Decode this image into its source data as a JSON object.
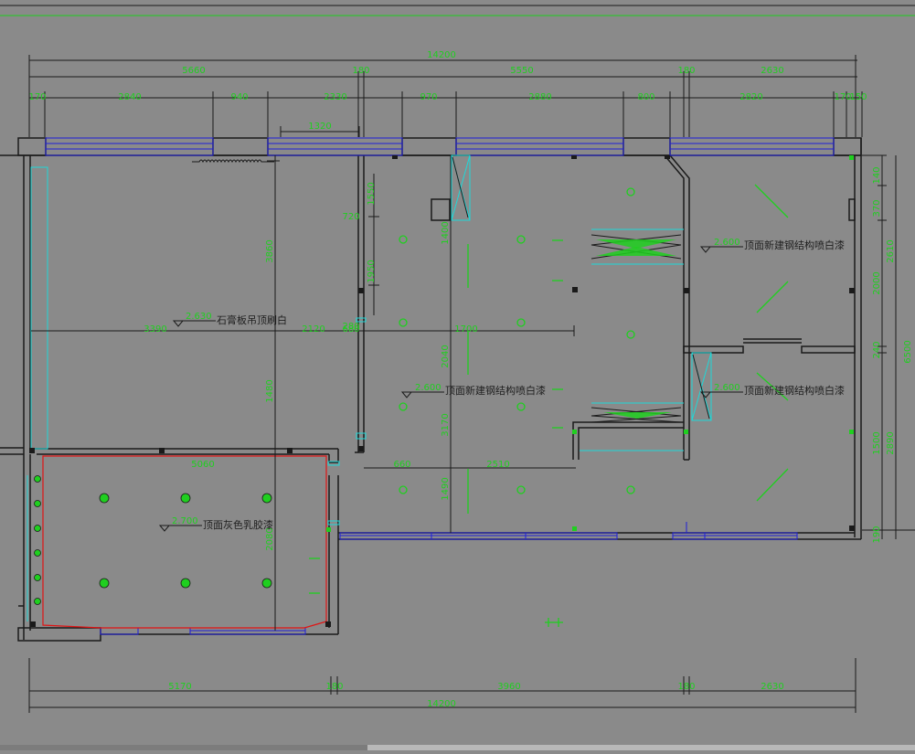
{
  "drawing": {
    "dims_top_total": "14200",
    "dims_top_row1": [
      "5660",
      "180",
      "5550",
      "180",
      "2630"
    ],
    "dims_top_row2": [
      "170",
      "2840",
      "940",
      "2330",
      "970",
      "2880",
      "800",
      "2820",
      "170",
      "150"
    ],
    "dim_1320": "1320",
    "dims_bottom_row1": [
      "5170",
      "180",
      "3960",
      "180",
      "2630"
    ],
    "dims_bottom_total": "14200",
    "dims_right": [
      "140",
      "370",
      "2610",
      "2000",
      "240",
      "1500",
      "2890",
      "190",
      "6500"
    ],
    "dims_inner_h": [
      "3390",
      "2120",
      "680",
      "1700",
      "5060",
      "660",
      "2510"
    ],
    "dims_inner_v": [
      "3860",
      "1550",
      "1950",
      "1480",
      "2080",
      "1400",
      "2040",
      "1490",
      "3170",
      "720",
      "280"
    ],
    "labels": {
      "gypsum": "石膏板吊顶刷白",
      "steel_center": "顶面新建钢结构喷白漆",
      "steel_right_top": "顶面新建钢结构喷白漆",
      "steel_right_mid": "顶面新建钢结构喷白漆",
      "grey_latex": "顶面灰色乳胶漆"
    },
    "elevations": {
      "gypsum": "2.630",
      "steel_center": "2.600",
      "steel_right_top": "2.600",
      "steel_right_mid": "2.600",
      "grey_latex": "2.700"
    },
    "colors": {
      "background": "#8a8a8a",
      "dimension": "#1fcf1f",
      "wall": "#1a1a1a",
      "window": "#1f1fd8",
      "cyan": "#1fd8d8",
      "red_outline": "#e01414"
    }
  }
}
